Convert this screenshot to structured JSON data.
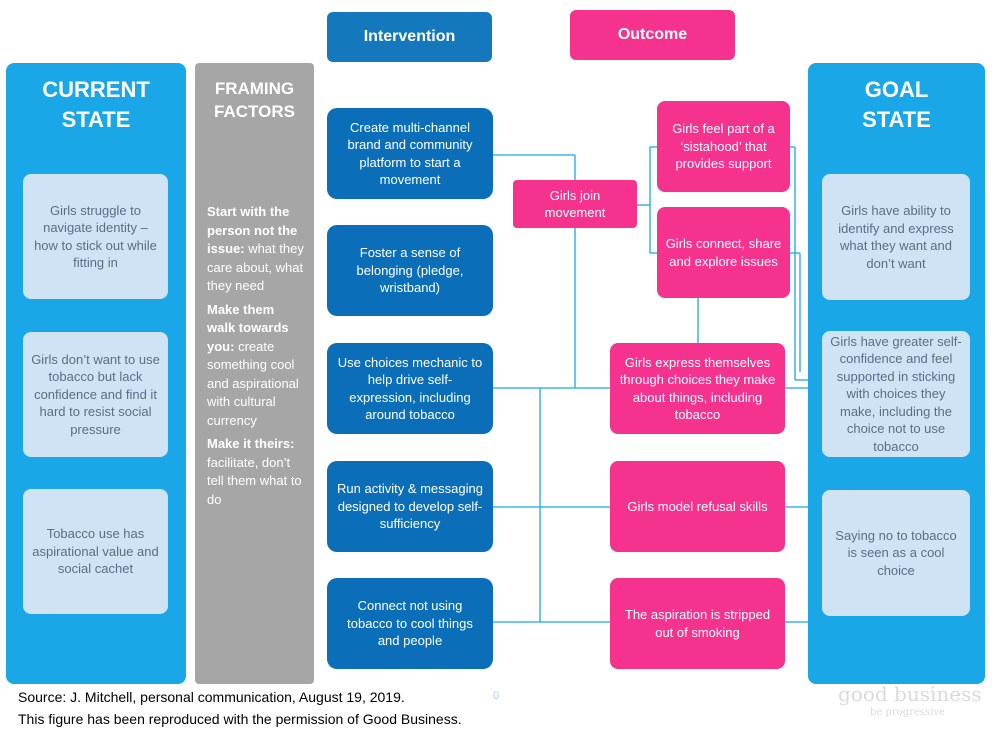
{
  "headers": {
    "intervention": "Intervention",
    "outcome": "Outcome"
  },
  "current_state": {
    "title": "CURRENT\nSTATE",
    "items": [
      "Girls struggle to navigate identity – how to stick out while fitting in",
      "Girls don’t want to use tobacco but lack confidence and find it hard to resist social pressure",
      "Tobacco use has aspirational value and social cachet"
    ]
  },
  "framing": {
    "title": "FRAMING\nFACTORS",
    "items": [
      {
        "bold": "Start with the person not the issue:",
        "text": " what they care about, what they need"
      },
      {
        "bold": "Make them walk towards you:",
        "text": " create something cool and aspirational with cultural currency"
      },
      {
        "bold": "Make it theirs:",
        "text": " facilitate, don’t tell them what to do"
      }
    ]
  },
  "interventions": [
    "Create multi-channel brand and community platform to start a movement",
    "Foster a sense of belonging (pledge, wristband)",
    "Use choices mechanic to help drive self-expression, including around tobacco",
    "Run activity & messaging designed to develop self-sufficiency",
    "Connect not using tobacco to cool things and people"
  ],
  "join": "Girls join movement",
  "outcomes": [
    "Girls feel part of a ‘sistahood’ that provides support",
    "Girls connect, share and explore issues",
    "Girls express themselves through choices they make about things, including tobacco",
    "Girls model refusal skills",
    "The aspiration is stripped out of smoking"
  ],
  "goal_state": {
    "title": "GOAL\nSTATE",
    "items": [
      "Girls have ability to identify and express what they want and don’t want",
      "Girls have greater self-confidence and feel supported in sticking with choices they make, including the choice not to use tobacco",
      "Saying no to tobacco is seen as a cool choice"
    ]
  },
  "footer": {
    "line1": "Source: J. Mitchell, personal communication, August 19, 2019.",
    "line2": "This figure has been reproduced with the permission of Good Business.",
    "stray_mark": "0"
  },
  "watermark": {
    "name": "good business",
    "tagline": "be progressive"
  },
  "colors": {
    "light_blue": "#19a7e8",
    "pale_blue": "#cfe3f5",
    "dark_blue": "#0a6fb8",
    "pink": "#f5338f",
    "grey": "#a6a6a6"
  }
}
